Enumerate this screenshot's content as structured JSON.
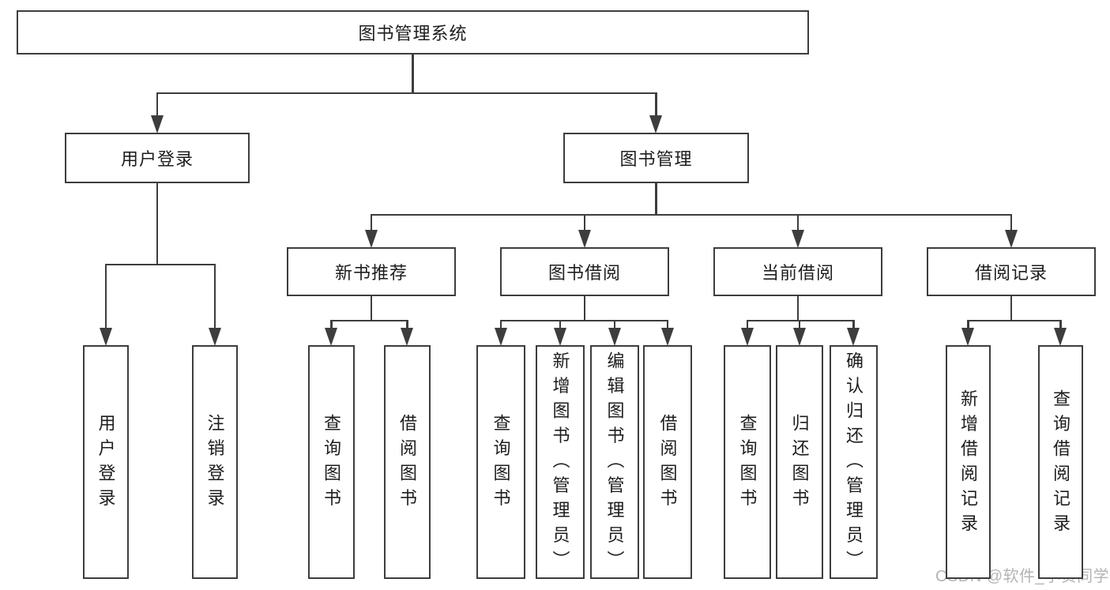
{
  "diagram": {
    "title": "图书管理系统",
    "watermark": "CSDN @软件_小贺同学",
    "colors": {
      "line": "#3d3d3d",
      "text": "#1d1d1d",
      "background": "#ffffff",
      "watermark": "#b4b4b4"
    },
    "nodes": [
      {
        "id": "root",
        "label": "图书管理系统",
        "parent": null
      },
      {
        "id": "login",
        "label": "用户登录",
        "parent": "root"
      },
      {
        "id": "mgmt",
        "label": "图书管理",
        "parent": "root"
      },
      {
        "id": "login-user",
        "label": "用户登录",
        "parent": "login"
      },
      {
        "id": "login-logout",
        "label": "注销登录",
        "parent": "login"
      },
      {
        "id": "newbook",
        "label": "新书推荐",
        "parent": "mgmt"
      },
      {
        "id": "borrow",
        "label": "图书借阅",
        "parent": "mgmt"
      },
      {
        "id": "current",
        "label": "当前借阅",
        "parent": "mgmt"
      },
      {
        "id": "records",
        "label": "借阅记录",
        "parent": "mgmt"
      },
      {
        "id": "newbook-query",
        "label": "查询图书",
        "parent": "newbook"
      },
      {
        "id": "newbook-borrow",
        "label": "借阅图书",
        "parent": "newbook"
      },
      {
        "id": "borrow-query",
        "label": "查询图书",
        "parent": "borrow"
      },
      {
        "id": "borrow-add",
        "label": "新增图书（管理员）",
        "parent": "borrow"
      },
      {
        "id": "borrow-edit",
        "label": "编辑图书（管理员）",
        "parent": "borrow"
      },
      {
        "id": "borrow-lend",
        "label": "借阅图书",
        "parent": "borrow"
      },
      {
        "id": "current-query",
        "label": "查询图书",
        "parent": "current"
      },
      {
        "id": "current-return",
        "label": "归还图书",
        "parent": "current"
      },
      {
        "id": "current-confirm",
        "label": "确认归还（管理员）",
        "parent": "current"
      },
      {
        "id": "records-add",
        "label": "新增借阅记录",
        "parent": "records"
      },
      {
        "id": "records-query",
        "label": "查询借阅记录",
        "parent": "records"
      }
    ]
  }
}
